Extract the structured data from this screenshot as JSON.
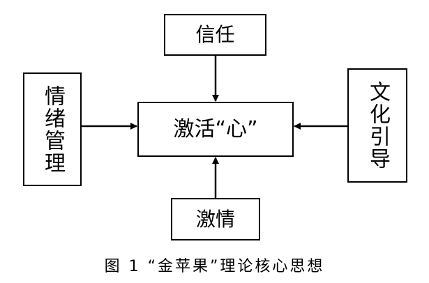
{
  "diagram": {
    "top_box": "信任",
    "center_box": "激活“心”",
    "bottom_box": "激情",
    "left_box": "情绪管理",
    "right_box": "文化引导",
    "line_color": "#000000"
  },
  "caption": "图 1 “金苹果”理论核心思想"
}
